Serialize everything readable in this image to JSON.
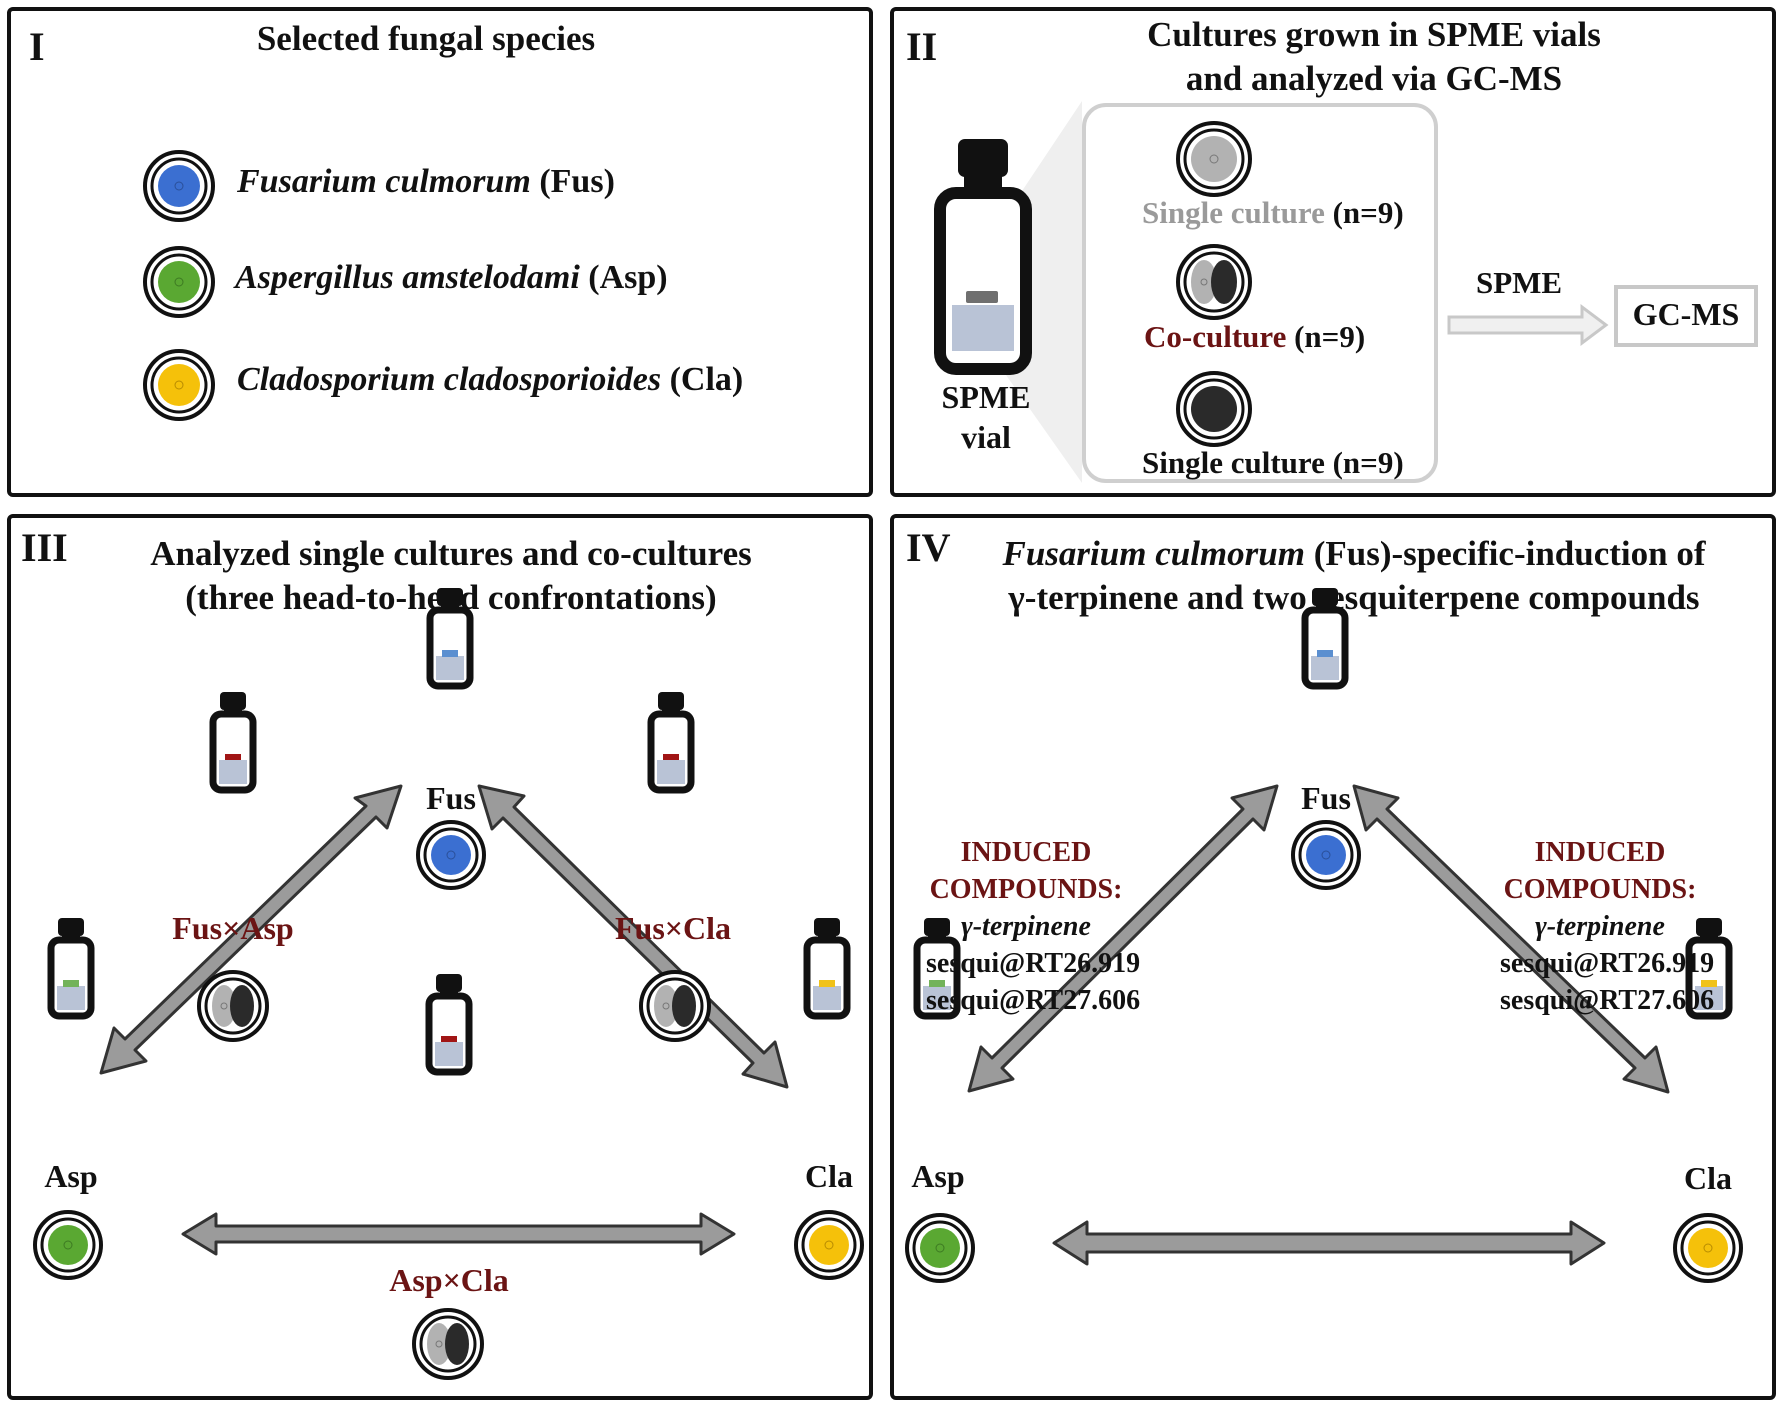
{
  "panel1": {
    "number": "I",
    "title": "Selected fungal species",
    "species": [
      {
        "name": "Fusarium culmorum",
        "abbr": "(Fus)",
        "color": "#3b6fd1"
      },
      {
        "name": "Aspergillus amstelodami",
        "abbr": "(Asp)",
        "color": "#5aa832"
      },
      {
        "name": "Cladosporium cladosporioides",
        "abbr": "(Cla)",
        "color": "#f5c10a"
      }
    ]
  },
  "panel2": {
    "number": "II",
    "title_line1": "Cultures grown in SPME vials",
    "title_line2": "and analyzed via GC-MS",
    "vial_label_line1": "SPME",
    "vial_label_line2": "vial",
    "single1_label": "Single culture",
    "single1_n": "(n=9)",
    "coculture_label": "Co-culture",
    "coculture_n": "(n=9)",
    "single2_label": "Single culture",
    "single2_n": "(n=9)",
    "arrow_label": "SPME",
    "gcms_label": "GC-MS"
  },
  "panel3": {
    "number": "III",
    "title_line1": "Analyzed single cultures and co-cultures",
    "title_line2": "(three head-to-head confrontations)",
    "fus": "Fus",
    "asp": "Asp",
    "cla": "Cla",
    "fus_asp": "Fus×Asp",
    "fus_cla": "Fus×Cla",
    "asp_cla": "Asp×Cla"
  },
  "panel4": {
    "number": "IV",
    "title_italic": "Fusarium culmorum",
    "title_rest": " (Fus)-specific-induction of",
    "title_line2": "γ-terpinene and two sesquiterpene compounds",
    "fus": "Fus",
    "asp": "Asp",
    "cla": "Cla",
    "induced_line1": "INDUCED",
    "induced_line2": "COMPOUNDS:",
    "compounds": [
      "γ-terpinene",
      "sesqui@RT26.919",
      "sesqui@RT27.606"
    ]
  },
  "colors": {
    "fus": "#3b6fd1",
    "asp": "#5aa832",
    "cla": "#f5c10a",
    "coculture_label": "#6b1414",
    "arrow_fill": "#9b9b9b"
  }
}
